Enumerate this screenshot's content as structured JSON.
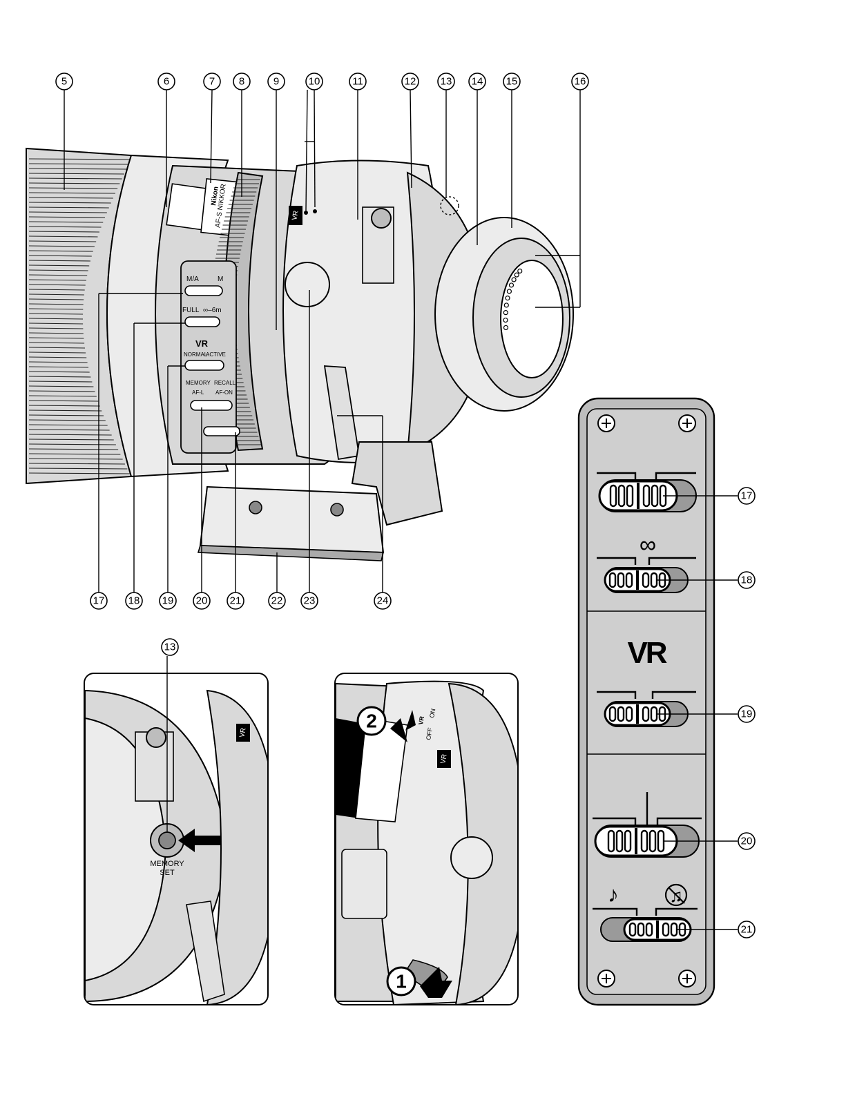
{
  "main_callouts_top": [
    "5",
    "6",
    "7",
    "8",
    "9",
    "10",
    "11",
    "12",
    "13",
    "14",
    "15",
    "16"
  ],
  "main_callouts_bottom": [
    "17",
    "18",
    "19",
    "20",
    "21",
    "22",
    "23",
    "24"
  ],
  "panel_callouts": [
    "17",
    "18",
    "19",
    "20",
    "21"
  ],
  "inset_left_callout": "13",
  "switch_labels": {
    "focus_mode_left": "M/A",
    "focus_mode_right": "M",
    "limiter_left": "FULL",
    "limiter_right": "∞–6m",
    "vr_title": "VR",
    "vr_left": "NORMAL",
    "vr_right": "ACTIVE",
    "memory_left": "MEMORY",
    "memory_right": "RECALL",
    "afl": "AF-L",
    "afon": "AF-ON"
  },
  "lens_markings": {
    "vr_badge": "VR",
    "name_plate": "AF-S NIKKOR",
    "brand": "Nikon"
  },
  "inset_left": {
    "button_label_1": "MEMORY",
    "button_label_2": "SET"
  },
  "inset_right": {
    "step1": "1",
    "step2": "2",
    "vr_label": "VR",
    "off": "OFF",
    "on": "ON"
  },
  "panel": {
    "infinity": "∞",
    "vr": "VR",
    "note": "♪"
  },
  "colors": {
    "ink": "#000000",
    "body": "#d9d9d9",
    "track": "#9a9a9a"
  }
}
